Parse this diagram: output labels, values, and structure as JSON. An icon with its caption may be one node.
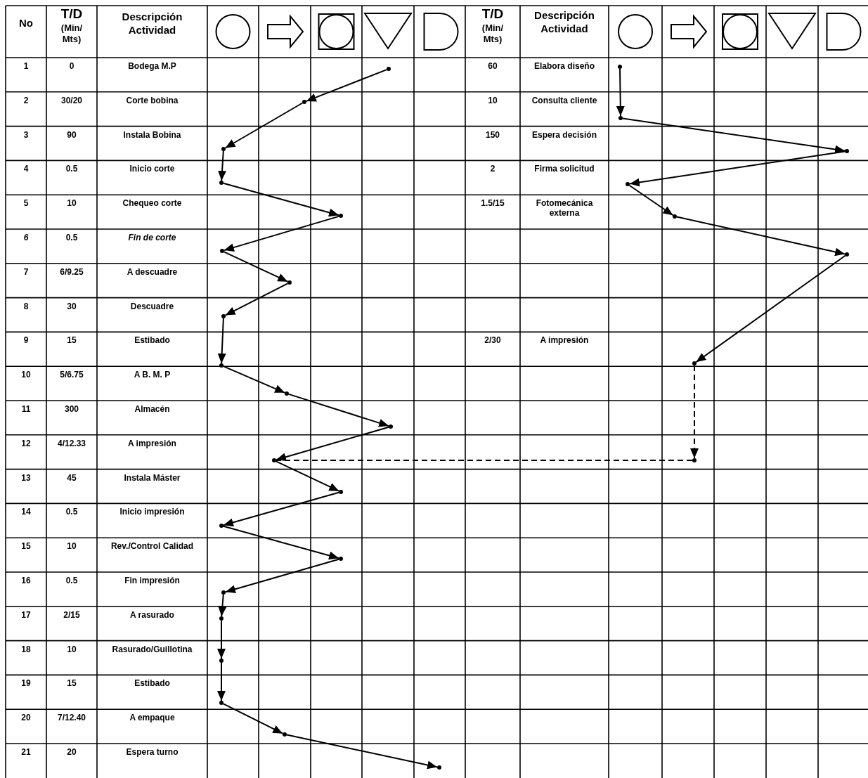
{
  "diagram": {
    "nodes": [
      {
        "text": [],
        "shape": "point"
      },
      {
        "text": [],
        "shape": "point"
      },
      {
        "text": [],
        "shape": "point"
      },
      {
        "text": [],
        "shape": "point"
      },
      {
        "text": [],
        "shape": "point"
      },
      {
        "text": [],
        "shape": "point"
      },
      {
        "text": [],
        "shape": "point"
      },
      {
        "text": [],
        "shape": "point"
      },
      {
        "text": [],
        "shape": "point"
      },
      {
        "text": [],
        "shape": "point"
      },
      {
        "text": [],
        "shape": "point"
      },
      {
        "text": [],
        "shape": "point"
      },
      {
        "text": [],
        "shape": "point"
      },
      {
        "text": [],
        "shape": "point"
      },
      {
        "text": [],
        "shape": "point"
      },
      {
        "text": [],
        "shape": "point"
      },
      {
        "text": [],
        "shape": "point"
      },
      {
        "text": [],
        "shape": "point"
      },
      {
        "text": [],
        "shape": "point"
      },
      {
        "text": [],
        "shape": "point"
      },
      {
        "text": [],
        "shape": "point"
      },
      {
        "text": [],
        "shape": "point"
      },
      {
        "text": [],
        "shape": "point"
      },
      {
        "text": [],
        "shape": "point"
      },
      {
        "text": [],
        "shape": "point"
      },
      {
        "text": [],
        "shape": "point"
      },
      {
        "text": [],
        "shape": "point"
      },
      {
        "text": [],
        "shape": "point"
      },
      {
        "text": [],
        "shape": "point"
      }
    ],
    "edges": [
      {
        "from": 0,
        "to": 1,
        "arrow": "to"
      },
      {
        "from": 1,
        "to": 2,
        "arrow": "to"
      },
      {
        "from": 2,
        "to": 3,
        "arrow": "to"
      },
      {
        "from": 3,
        "to": 4,
        "arrow": "to"
      },
      {
        "from": 4,
        "to": 5,
        "arrow": "to"
      },
      {
        "from": 5,
        "to": 6,
        "arrow": "to"
      },
      {
        "from": 6,
        "to": 7,
        "arrow": "to"
      },
      {
        "from": 7,
        "to": 8,
        "arrow": "to"
      },
      {
        "from": 8,
        "to": 9,
        "arrow": "to"
      },
      {
        "from": 9,
        "to": 10,
        "arrow": "to"
      },
      {
        "from": 10,
        "to": 11,
        "arrow": "to"
      },
      {
        "from": 11,
        "to": 12,
        "arrow": "to"
      },
      {
        "from": 12,
        "to": 13,
        "arrow": "to"
      },
      {
        "from": 13,
        "to": 14,
        "arrow": "to"
      },
      {
        "from": 14,
        "to": 15,
        "arrow": "to"
      },
      {
        "from": 15,
        "to": 16,
        "arrow": "to"
      },
      {
        "from": 16,
        "to": 17,
        "arrow": "to"
      },
      {
        "from": 17,
        "to": 18,
        "arrow": "to"
      },
      {
        "from": 18,
        "to": 19,
        "arrow": "to"
      },
      {
        "from": 19,
        "to": 20,
        "arrow": "to"
      },
      {
        "from": 21,
        "to": 22,
        "arrow": "to"
      },
      {
        "from": 22,
        "to": 23,
        "arrow": "to"
      },
      {
        "from": 23,
        "to": 24,
        "arrow": "to"
      },
      {
        "from": 24,
        "to": 25,
        "arrow": "to"
      },
      {
        "from": 25,
        "to": 26,
        "arrow": "to"
      },
      {
        "from": 26,
        "to": 27,
        "arrow": "to"
      },
      {
        "from": 27,
        "to": 28,
        "arrow": "to",
        "style": "dashed"
      },
      {
        "from": 28,
        "to": 11,
        "arrow": "none",
        "style": "dashed"
      }
    ],
    "labels": [
      "No",
      "T/D",
      "(Min/ Mts)",
      "Descripción Actividad",
      "T/D",
      "(Min/ Mts)",
      "Descripción Actividad",
      "1",
      "0",
      "Bodega M.P",
      "60",
      "Elabora diseño",
      "2",
      "30/20",
      "Corte bobina",
      "10",
      "Consulta cliente",
      "3",
      "90",
      "Instala Bobina",
      "150",
      "Espera decisión",
      "4",
      "0.5",
      "Inicio corte",
      "2",
      "Firma solicitud",
      "5",
      "10",
      "Chequeo corte",
      "1.5/15",
      "Fotomecánica externa",
      "6",
      "0.5",
      "Fin de corte",
      "7",
      "6/9.25",
      "A descuadre",
      "8",
      "30",
      "Descuadre",
      "9",
      "15",
      "Estibado",
      "2/30",
      "A impresión",
      "10",
      "5/6.75",
      "A B. M. P",
      "11",
      "300",
      "Almacén",
      "12",
      "4/12.33",
      "A impresión",
      "13",
      "45",
      "Instala Máster",
      "14",
      "0.5",
      "Inicio impresión",
      "15",
      "10",
      "Rev./Control Calidad",
      "16",
      "0.5",
      "Fin impresión",
      "17",
      "2/15",
      "A rasurado",
      "18",
      "10",
      "Rasurado/Guillotina",
      "19",
      "15",
      "Estibado",
      "20",
      "7/12.40",
      "A empaque",
      "21",
      "20",
      "Espera turno"
    ]
  }
}
